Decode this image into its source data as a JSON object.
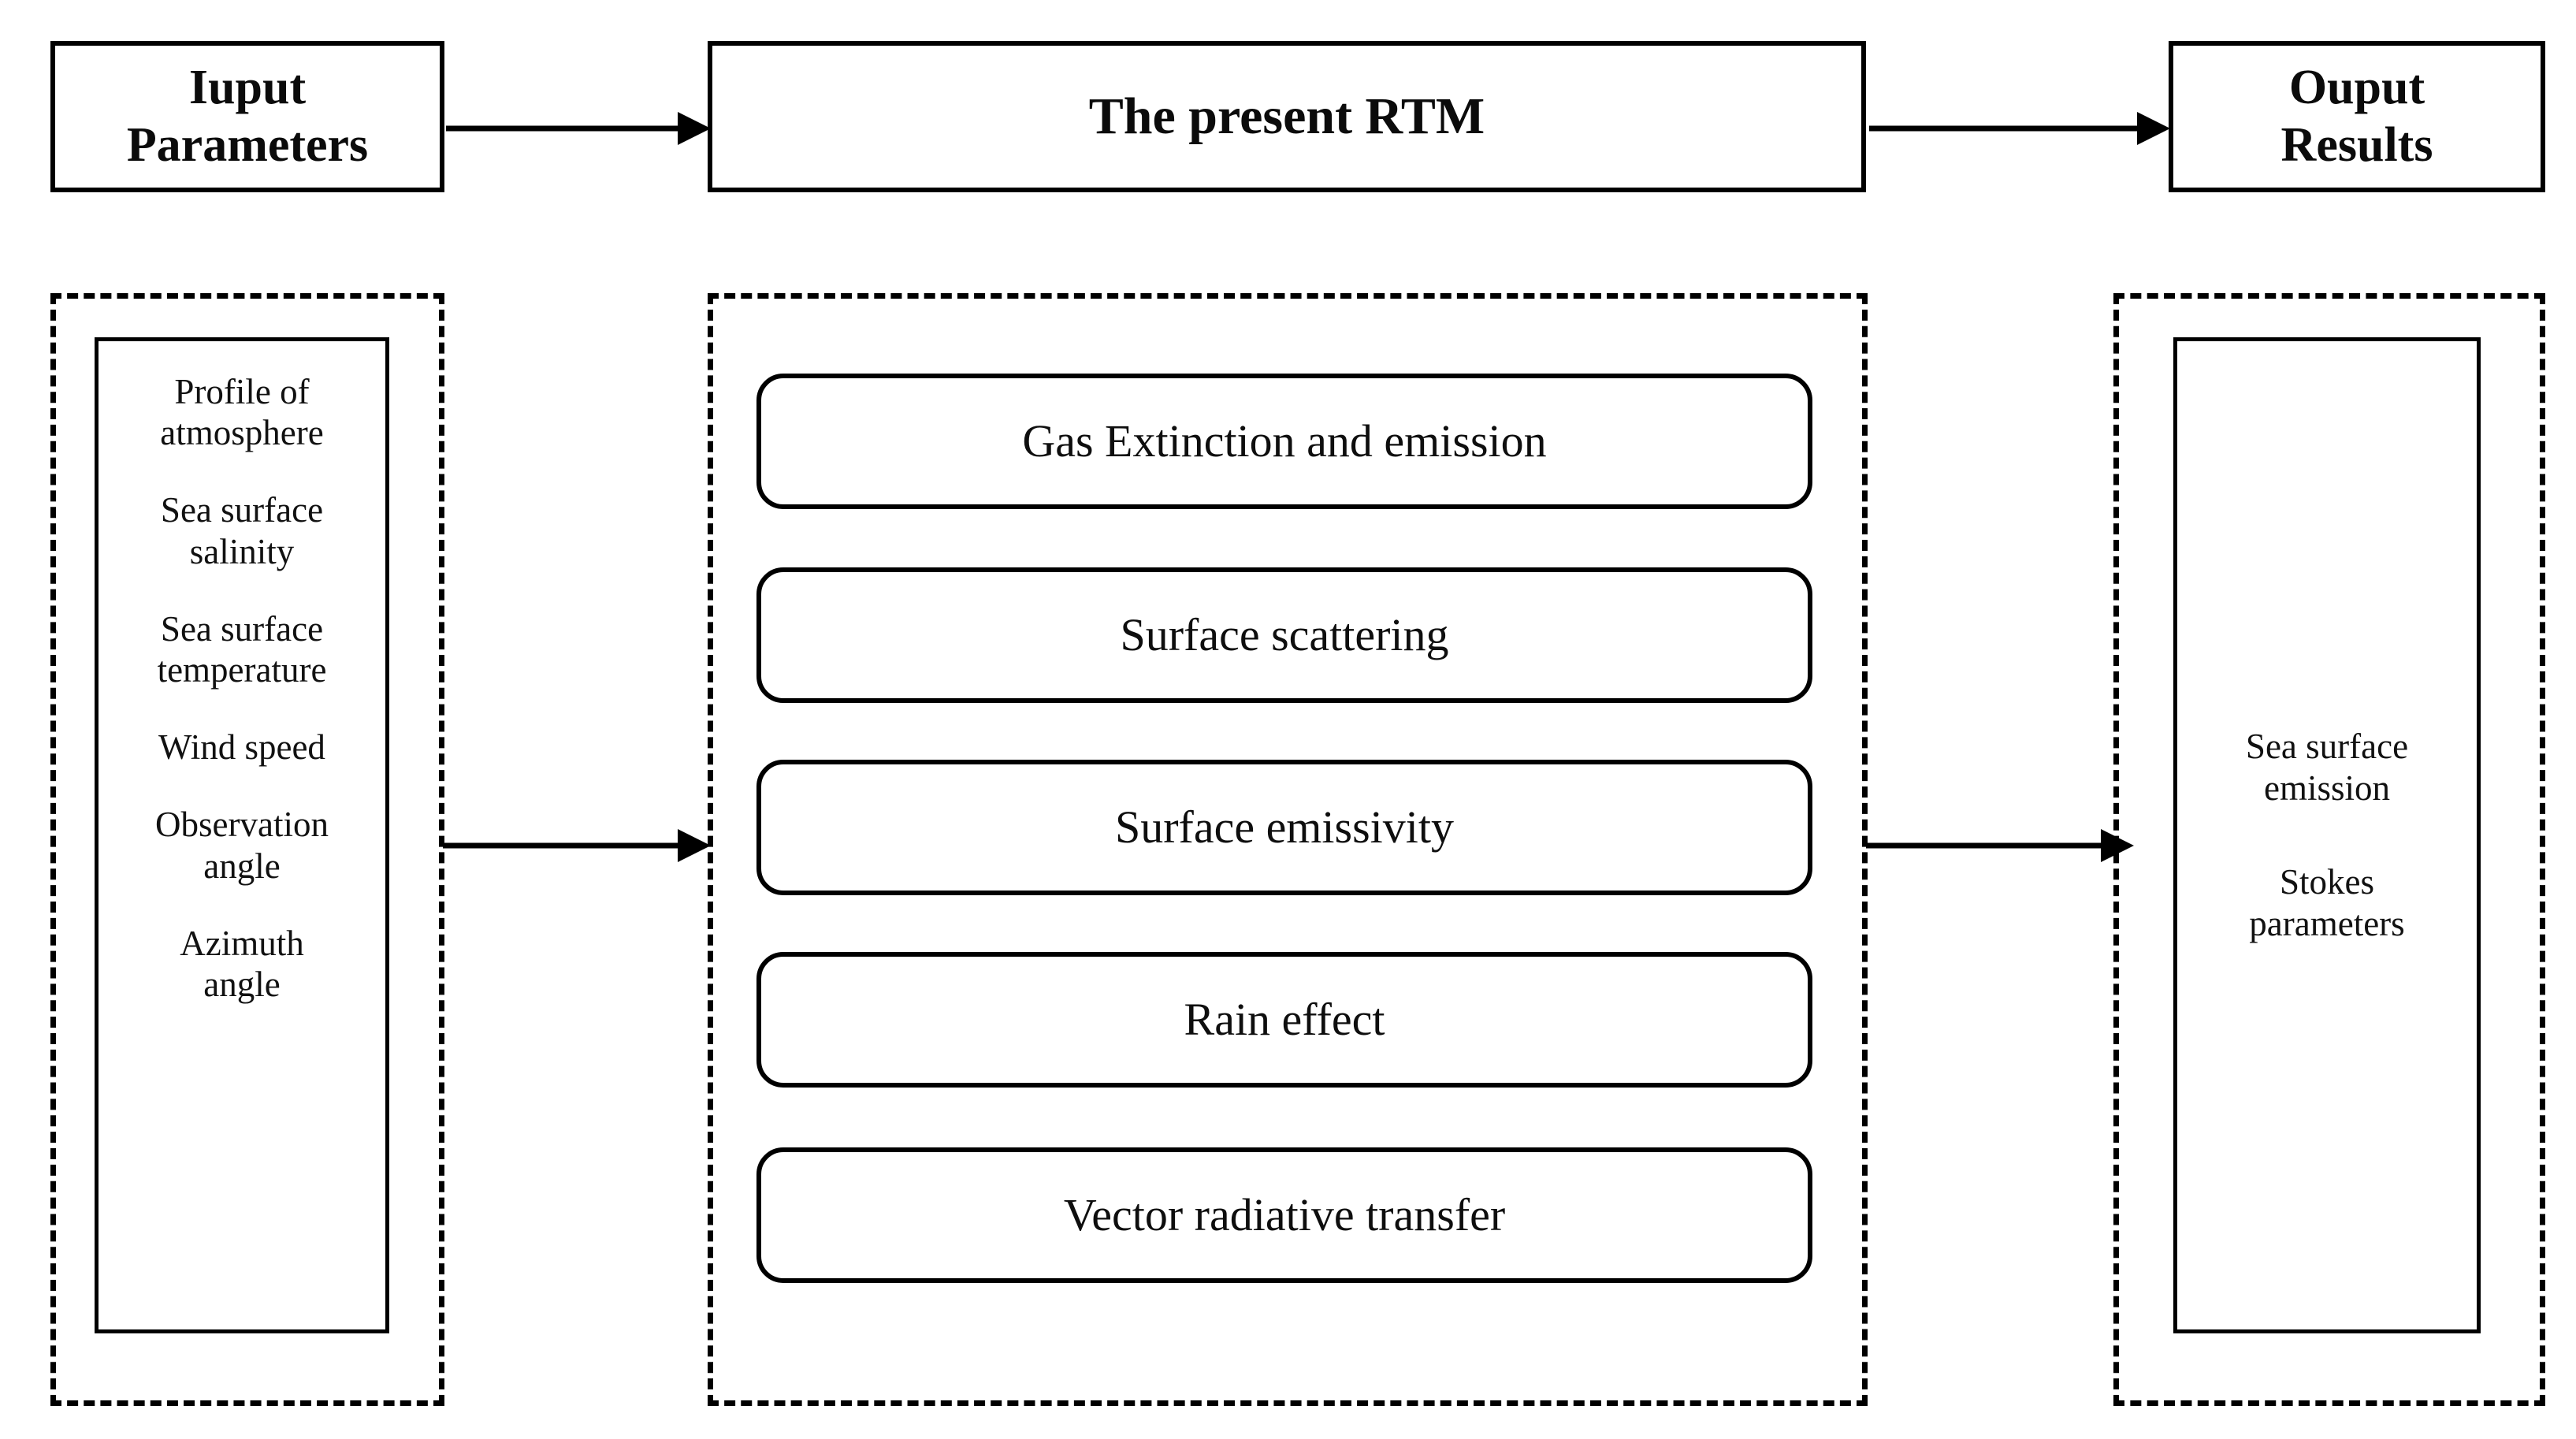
{
  "diagram": {
    "title": "Radiative Transfer Model flow diagram",
    "colors": {
      "line": "#000000",
      "text": "#111111",
      "background": "#ffffff"
    },
    "top_row": {
      "input_box": "Iuput\nParameters",
      "process_box": "The present RTM",
      "output_box": "Ouput\nResults"
    },
    "input_panel": {
      "parameters": [
        "Profile of\natmosphere",
        "Sea surface\nsalinity",
        "Sea surface\ntemperature",
        "Wind speed",
        "Observation\nangle",
        "Azimuth\nangle"
      ]
    },
    "rtm_panel": {
      "processes": [
        "Gas Extinction and emission",
        "Surface scattering",
        "Surface emissivity",
        "Rain effect",
        "Vector radiative transfer"
      ]
    },
    "output_panel": {
      "results": [
        "Sea surface\nemission",
        "Stokes\nparameters"
      ]
    },
    "arrows": [
      {
        "name": "input-to-rtm-top",
        "direction": "right"
      },
      {
        "name": "rtm-to-output-top",
        "direction": "right"
      },
      {
        "name": "input-to-rtm-middle",
        "direction": "right"
      },
      {
        "name": "rtm-to-output-middle",
        "direction": "right"
      }
    ]
  }
}
